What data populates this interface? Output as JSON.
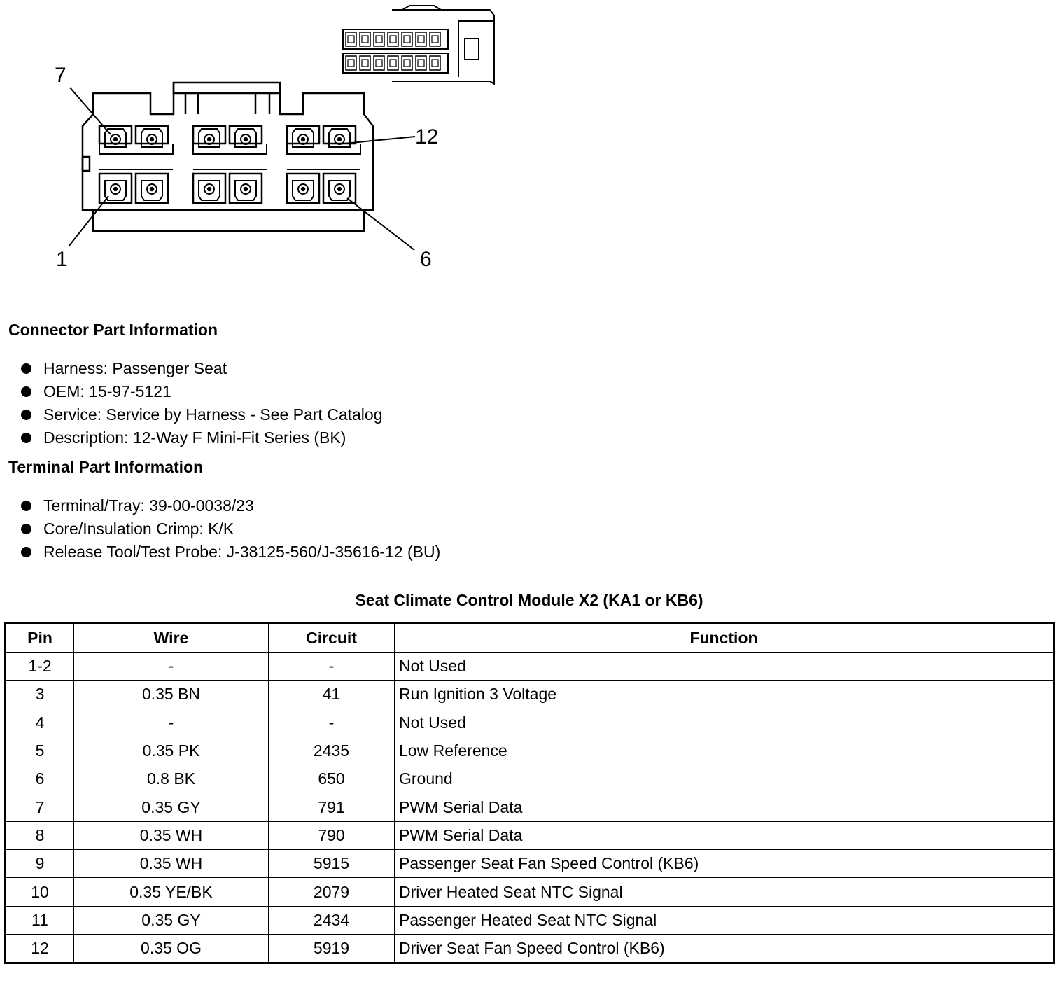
{
  "diagram": {
    "pin_labels": {
      "top_left": "7",
      "top_right": "12",
      "bottom_left": "1",
      "bottom_right": "6"
    }
  },
  "connector_info": {
    "title": "Connector Part Information",
    "items": [
      "Harness: Passenger Seat",
      "OEM: 15-97-5121",
      "Service: Service by Harness - See Part Catalog",
      "Description: 12-Way F Mini-Fit Series (BK)"
    ]
  },
  "terminal_info": {
    "title": "Terminal Part Information",
    "items": [
      "Terminal/Tray: 39-00-0038/23",
      "Core/Insulation Crimp: K/K",
      "Release Tool/Test Probe: J-38125-560/J-35616-12 (BU)"
    ]
  },
  "table": {
    "title": "Seat Climate Control Module X2 (KA1 or KB6)",
    "headers": [
      "Pin",
      "Wire",
      "Circuit",
      "Function"
    ],
    "rows": [
      [
        "1-2",
        "-",
        "-",
        "Not Used"
      ],
      [
        "3",
        "0.35 BN",
        "41",
        "Run Ignition 3 Voltage"
      ],
      [
        "4",
        "-",
        "-",
        "Not Used"
      ],
      [
        "5",
        "0.35 PK",
        "2435",
        "Low Reference"
      ],
      [
        "6",
        "0.8 BK",
        "650",
        "Ground"
      ],
      [
        "7",
        "0.35 GY",
        "791",
        "PWM Serial Data"
      ],
      [
        "8",
        "0.35 WH",
        "790",
        "PWM Serial Data"
      ],
      [
        "9",
        "0.35 WH",
        "5915",
        "Passenger Seat Fan Speed Control (KB6)"
      ],
      [
        "10",
        "0.35 YE/BK",
        "2079",
        "Driver Heated Seat NTC Signal"
      ],
      [
        "11",
        "0.35 GY",
        "2434",
        "Passenger Heated Seat NTC Signal"
      ],
      [
        "12",
        "0.35 OG",
        "5919",
        "Driver Seat Fan Speed Control (KB6)"
      ]
    ]
  }
}
